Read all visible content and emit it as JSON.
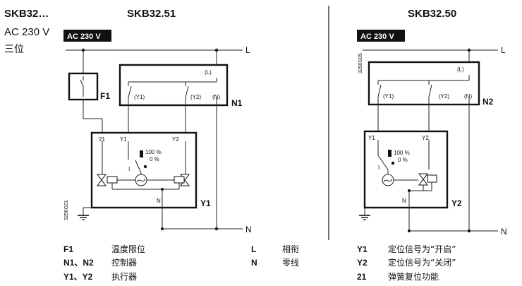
{
  "header": {
    "model_left": "SKB32…",
    "supply": "AC 230 V",
    "mode": "三位",
    "title_left": "SKB32.51",
    "title_right": "SKB32.50"
  },
  "badges": {
    "left": "AC 230 V",
    "right": "AC 230 V"
  },
  "drawing_ids": {
    "left": "3250G01",
    "right": "3250G05"
  },
  "left_diagram": {
    "line_L": "L",
    "line_N": "N",
    "limiter": "F1",
    "controller": "N1",
    "ctrl_terminals": {
      "y1": "(Y1)",
      "y2": "(Y2)",
      "n": "(N)",
      "l": "(L)"
    },
    "actuator": "Y1",
    "act_terminals": {
      "t21": "21",
      "y1": "Y1",
      "y2": "Y2",
      "n": "N"
    },
    "scale": {
      "top": "100 %",
      "bottom": "0 %"
    },
    "switch_mark": "I"
  },
  "right_diagram": {
    "line_L": "L",
    "line_N": "N",
    "controller": "N2",
    "ctrl_terminals": {
      "y1": "(Y1)",
      "y2": "(Y2)",
      "n": "(N)",
      "l": "(L)"
    },
    "actuator": "Y2",
    "act_terminals": {
      "y1": "Y1",
      "y2": "Y2",
      "n": "N"
    },
    "scale": {
      "top": "100 %",
      "bottom": "0 %"
    },
    "switch_mark": "I"
  },
  "legend": [
    {
      "code": "F1",
      "desc": "温度限位"
    },
    {
      "code": "N1、N2",
      "desc": "控制器"
    },
    {
      "code": "Y1、Y2",
      "desc": "执行器"
    },
    {
      "code": "L",
      "desc": "相衔"
    },
    {
      "code": "N",
      "desc": "零线"
    },
    {
      "code": "Y1",
      "desc": "定位信号为“开启”"
    },
    {
      "code": "Y2",
      "desc": "定位信号为“关闭”"
    },
    {
      "code": "21",
      "desc": "弹簧复位功能"
    }
  ]
}
